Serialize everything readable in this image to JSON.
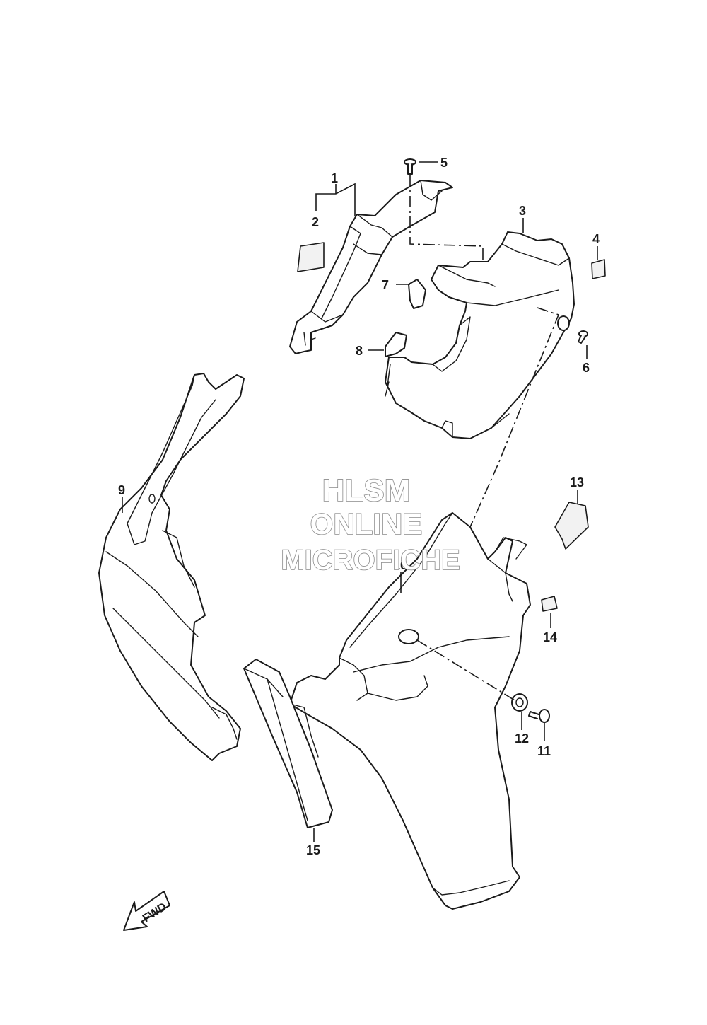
{
  "watermark": {
    "line1": "HLSM",
    "line2": "ONLINE",
    "line3": "MICROFICHE"
  },
  "direction_marker": "FWD",
  "callouts": [
    {
      "id": "c1",
      "label": "1"
    },
    {
      "id": "c2",
      "label": "2"
    },
    {
      "id": "c3",
      "label": "3"
    },
    {
      "id": "c4",
      "label": "4"
    },
    {
      "id": "c5",
      "label": "5"
    },
    {
      "id": "c6",
      "label": "6"
    },
    {
      "id": "c7",
      "label": "7"
    },
    {
      "id": "c8",
      "label": "8"
    },
    {
      "id": "c9",
      "label": "9"
    },
    {
      "id": "c10",
      "label": "10"
    },
    {
      "id": "c11",
      "label": "11"
    },
    {
      "id": "c12",
      "label": "12"
    },
    {
      "id": "c13",
      "label": "13"
    },
    {
      "id": "c14",
      "label": "14"
    },
    {
      "id": "c15",
      "label": "15"
    }
  ],
  "colors": {
    "line": "#1a1a1a",
    "watermark_outline": "#8a8a8a",
    "background": "#ffffff"
  }
}
